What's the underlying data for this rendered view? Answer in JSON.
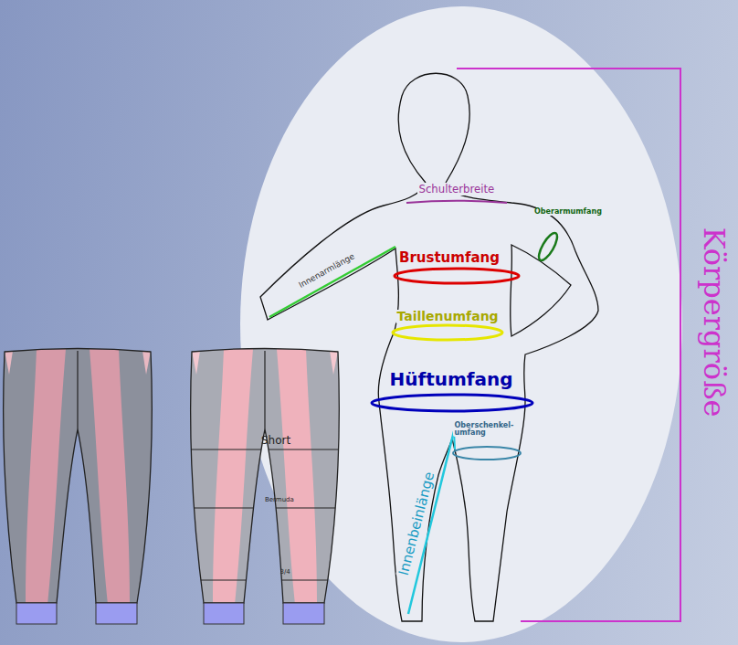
{
  "diagram": {
    "labels": [
      "Schulterbreite",
      "Oberarmumfang",
      "Innenarmlänge",
      "Brustumfang",
      "Taillenumfang",
      "Hüftumfang",
      "Oberschenkel- umfang",
      "Innenbeinlänge",
      "Körpergröße",
      "Short",
      "Bermuda",
      "3/4"
    ]
  }
}
